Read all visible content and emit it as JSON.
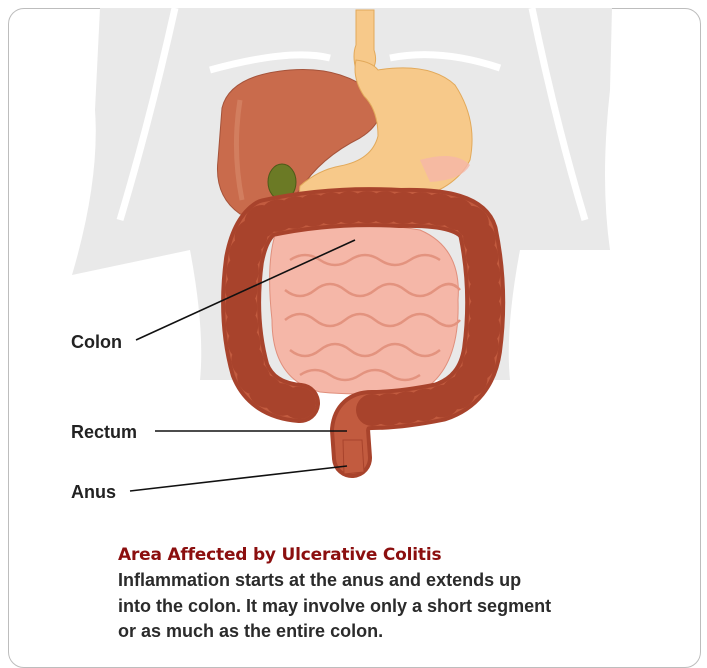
{
  "labels": {
    "colon": "Colon",
    "rectum": "Rectum",
    "anus": "Anus"
  },
  "caption": {
    "title": "Area Affected by Ulcerative Colitis",
    "body": "Inflammation starts at the anus and  extends up into the colon. It may involve only a short segment or as much as the entire colon."
  },
  "colors": {
    "title_red": "#8b0f0f",
    "colon": "#c25b3f",
    "small_intestine": "#f5b7a8",
    "liver": "#c96b4c",
    "stomach": "#f7c98a",
    "torso": "#e8e8e8"
  }
}
